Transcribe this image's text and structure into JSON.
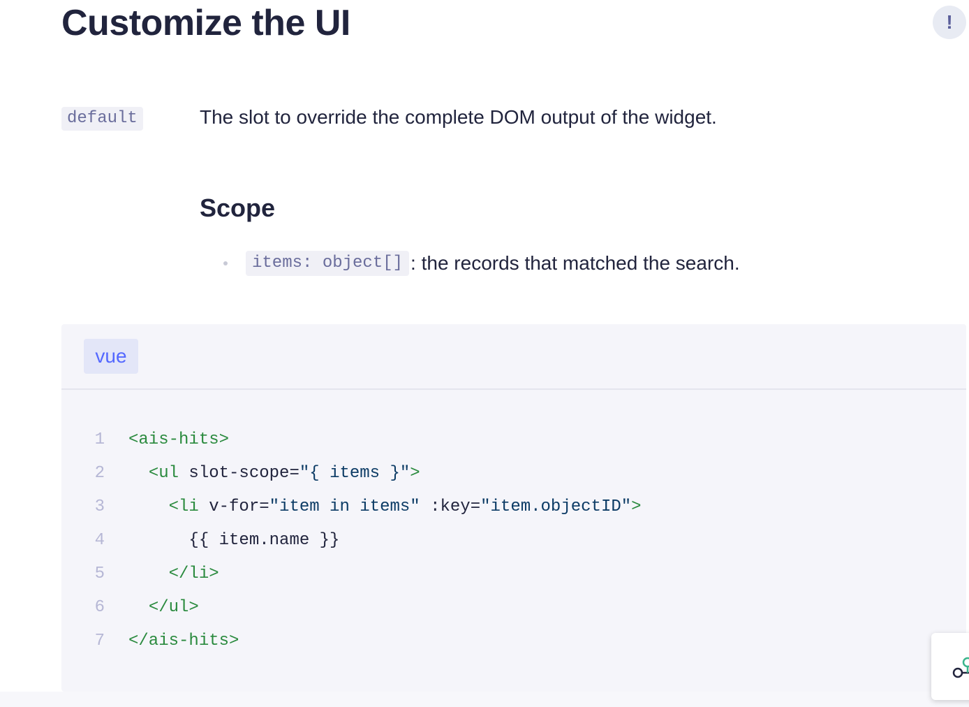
{
  "page": {
    "title": "Customize the UI",
    "feedback_icon": "!"
  },
  "slot": {
    "name": "default",
    "description": "The slot to override the complete DOM output of the widget."
  },
  "scope": {
    "heading": "Scope",
    "items": [
      {
        "code": "items: object[]",
        "text": ": the records that matched the search."
      }
    ]
  },
  "code_block": {
    "tabs": [
      {
        "label": "vue",
        "active": true
      }
    ],
    "lines": [
      {
        "no": "1",
        "indent": "",
        "tokens": [
          [
            "tag",
            "<ais-hits>"
          ]
        ]
      },
      {
        "no": "2",
        "indent": "  ",
        "tokens": [
          [
            "tag",
            "<ul "
          ],
          [
            "attr",
            "slot-scope="
          ],
          [
            "str",
            "\"{ items }\""
          ],
          [
            "tag",
            ">"
          ]
        ]
      },
      {
        "no": "3",
        "indent": "    ",
        "tokens": [
          [
            "tag",
            "<li "
          ],
          [
            "attr",
            "v-for="
          ],
          [
            "str",
            "\"item in items\""
          ],
          [
            "attr",
            " :key="
          ],
          [
            "str",
            "\"item.objectID\""
          ],
          [
            "tag",
            ">"
          ]
        ]
      },
      {
        "no": "4",
        "indent": "      ",
        "tokens": [
          [
            "plain",
            "{{ item.name }}"
          ]
        ]
      },
      {
        "no": "5",
        "indent": "    ",
        "tokens": [
          [
            "tag",
            "</li>"
          ]
        ]
      },
      {
        "no": "6",
        "indent": "  ",
        "tokens": [
          [
            "tag",
            "</ul>"
          ]
        ]
      },
      {
        "no": "7",
        "indent": "",
        "tokens": [
          [
            "tag",
            "</ais-hits>"
          ]
        ]
      }
    ]
  },
  "colors": {
    "tag": "#2a8a3e",
    "string": "#0c3b65",
    "accent": "#5468ff",
    "code_bg": "#f5f5fa"
  },
  "icons": {
    "feedback": "exclamation-icon",
    "chat": "chat-widget-icon"
  }
}
